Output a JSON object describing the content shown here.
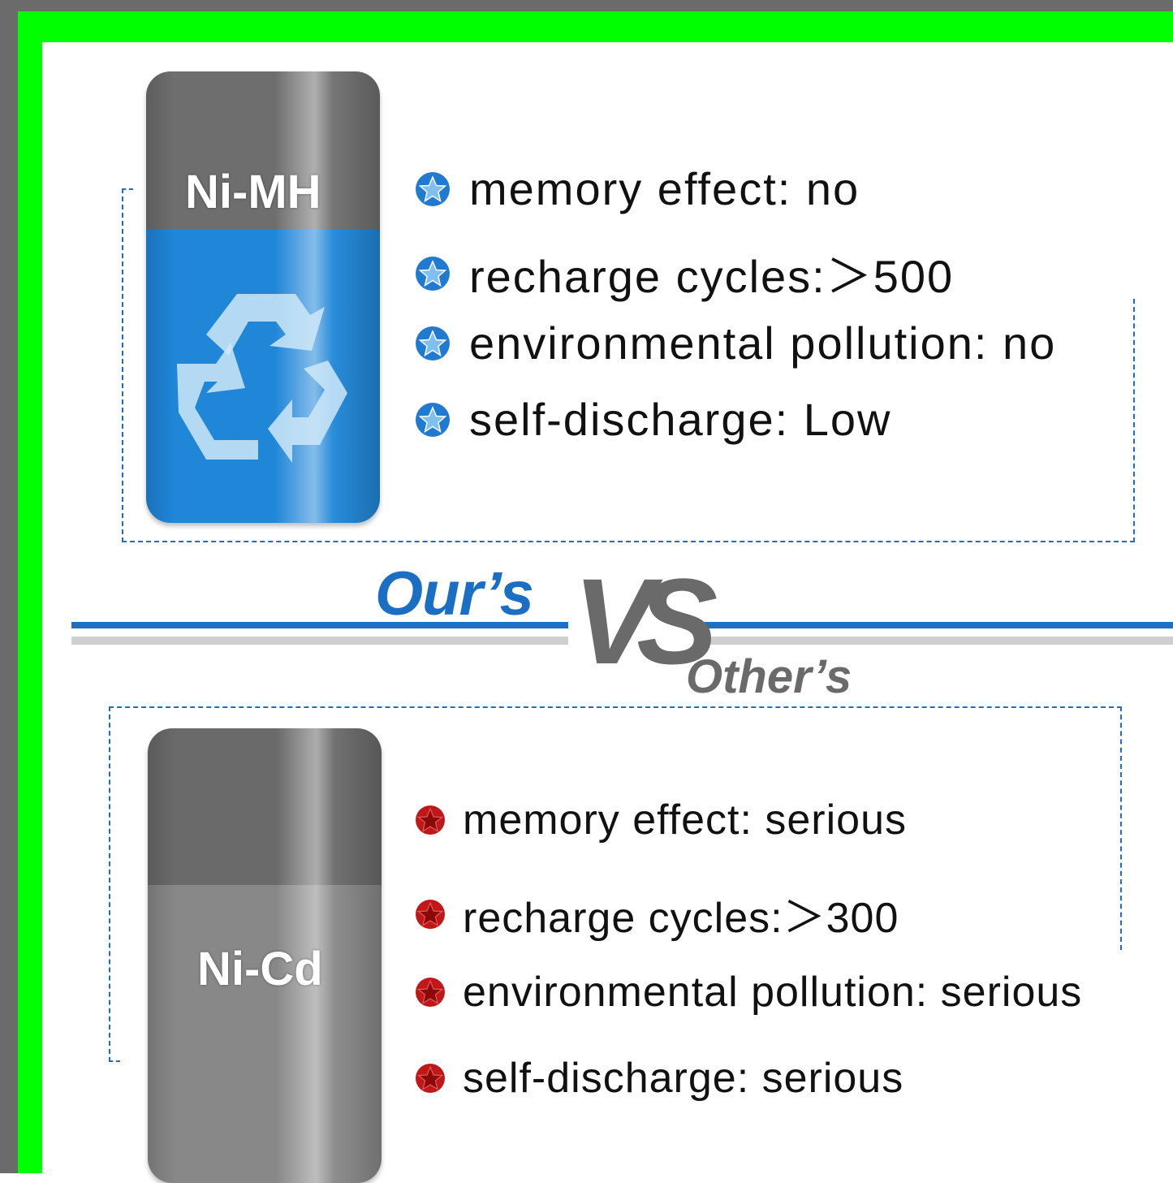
{
  "colors": {
    "accent_blue": "#1a6fc4",
    "gray": "#6a6a6a",
    "frame_green": "#00ff00",
    "bullet_blue": "#1f7ad0",
    "bullet_red": "#c01818"
  },
  "ours": {
    "battery_label": "Ni-MH",
    "icon": "recycle-icon",
    "features": [
      {
        "icon": "blue-star-bullet-icon",
        "text": "memory effect: no"
      },
      {
        "icon": "blue-star-bullet-icon",
        "text": "recharge cycles:＞500"
      },
      {
        "icon": "blue-star-bullet-icon",
        "text": "environmental pollution: no"
      },
      {
        "icon": "blue-star-bullet-icon",
        "text": "self-discharge: Low"
      }
    ]
  },
  "versus": {
    "ours_label": "Our’s",
    "vs_label": "VS",
    "others_label": "Other’s"
  },
  "others": {
    "battery_label": "Ni-Cd",
    "features": [
      {
        "icon": "red-star-bullet-icon",
        "text": "memory effect: serious"
      },
      {
        "icon": "red-star-bullet-icon",
        "text": "recharge cycles:＞300"
      },
      {
        "icon": "red-star-bullet-icon",
        "text": "environmental pollution: serious"
      },
      {
        "icon": "red-star-bullet-icon",
        "text": "self-discharge: serious"
      }
    ]
  }
}
